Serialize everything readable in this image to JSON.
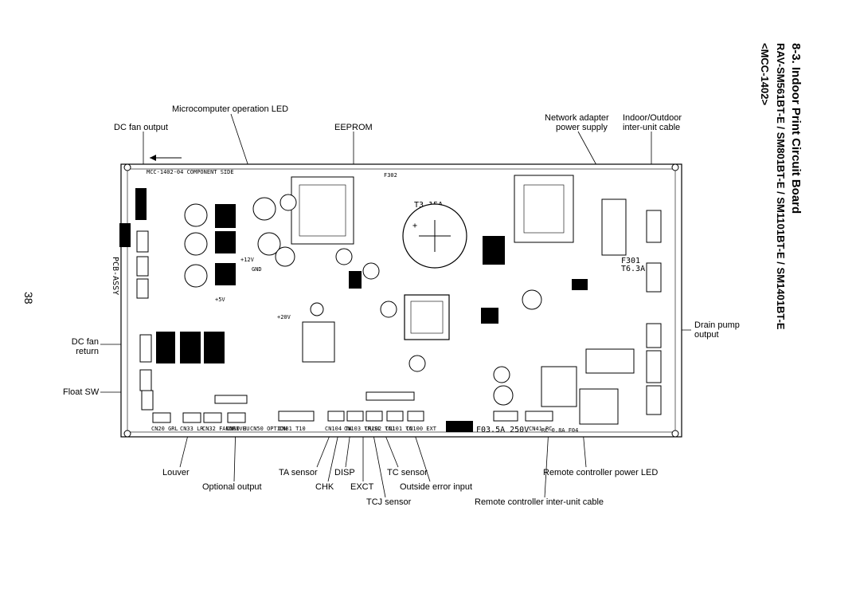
{
  "title": {
    "line1": "8-3. Indoor Print Circuit Board",
    "line2": "RAV-SM561BT-E / SM801BT-E / SM1101BT-E / SM1401BT-E",
    "line3": "<MCC-1402>"
  },
  "page_number": "38",
  "callouts": {
    "micro_led": "Microcomputer operation LED",
    "dc_fan_output": "DC fan output",
    "eeprom": "EEPROM",
    "network_adapter_1": "Network adapter",
    "network_adapter_2": "power supply",
    "indoor_outdoor_1": "Indoor/Outdoor",
    "indoor_outdoor_2": "inter-unit cable",
    "dc_fan_return_1": "DC fan",
    "dc_fan_return_2": "return",
    "float_sw": "Float SW",
    "drain_pump_1": "Drain pump",
    "drain_pump_2": "output",
    "louver": "Louver",
    "optional_output": "Optional output",
    "ta_sensor": "TA sensor",
    "chk": "CHK",
    "disp": "DISP",
    "exct": "EXCT",
    "tc_sensor": "TC sensor",
    "tcj_sensor": "TCJ sensor",
    "outside_error": "Outside error input",
    "remote_led": "Remote controller power LED",
    "remote_cable": "Remote controller inter-unit cable"
  },
  "board": {
    "model_text": "MCC-1402-04  COMPONENT  SIDE",
    "pcb_assy": "PCB-ASSY",
    "fuse1": "F302",
    "fuse1_rating": "T3.15A",
    "fuse2": "F301",
    "fuse2_rating": "T6.3A",
    "v12": "+12V",
    "v5": "+5V",
    "v20": "+20V",
    "gnd": "GND",
    "fuse3_rating": "F03.5A  250V",
    "fuse4_rating": "RC 0.8A F04",
    "bottom_connectors": [
      "CN20 GRL",
      "CN33 LR",
      "CN32 FANDRIVE",
      "CN60 HU",
      "CN50 OPTION",
      "CN81 T10",
      "CN104 TA",
      "CN103 TF/SL",
      "CN102 TCJ",
      "CN101 TC",
      "CN100 EXT",
      "CN41 RC"
    ]
  }
}
